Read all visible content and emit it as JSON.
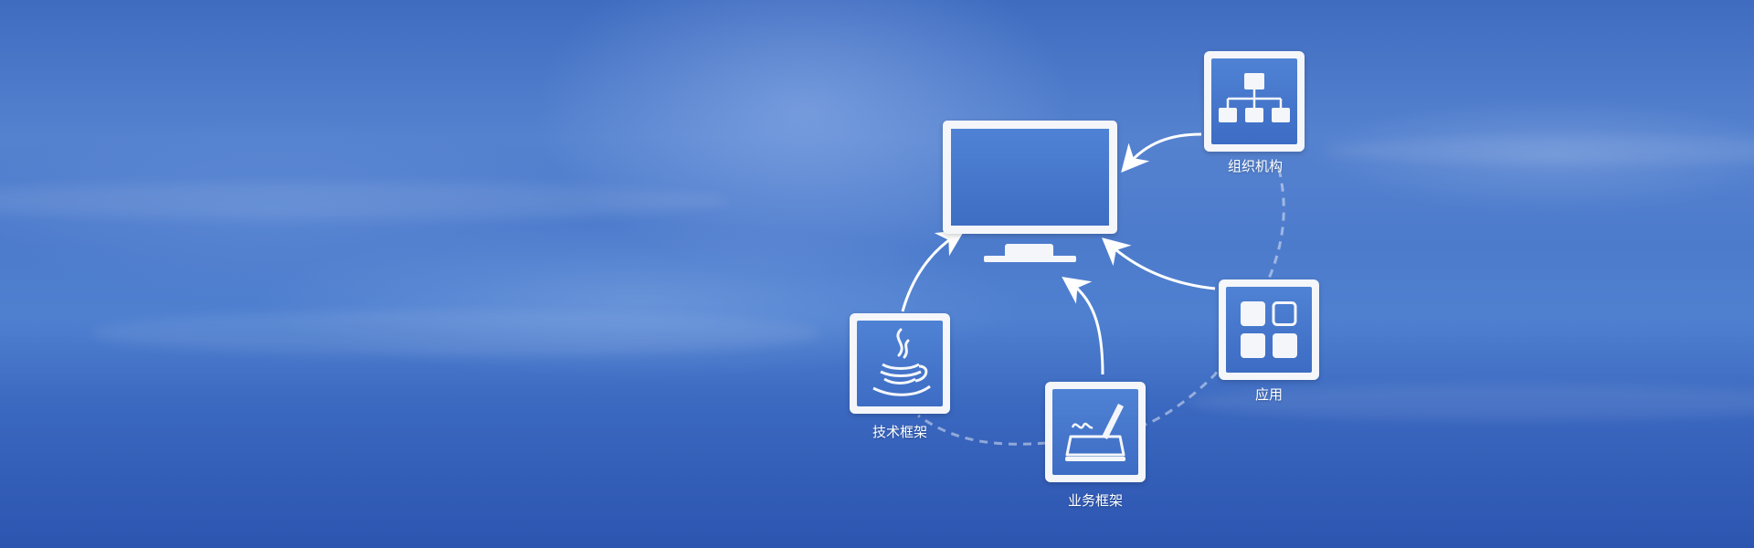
{
  "banner": {
    "colors": {
      "background": "#4a78c9",
      "icon_frame": "#f4f6fa",
      "icon_fill": "#4576cc",
      "label": "#ffffff"
    },
    "center": {
      "icon": "monitor-chart-icon"
    },
    "nodes": [
      {
        "id": "org",
        "label": "组织机构",
        "icon": "org-chart-icon"
      },
      {
        "id": "apps",
        "label": "应用",
        "icon": "app-grid-icon"
      },
      {
        "id": "biz",
        "label": "业务框架",
        "icon": "tablet-pen-icon"
      },
      {
        "id": "tech",
        "label": "技术框架",
        "icon": "java-cup-icon"
      }
    ]
  }
}
